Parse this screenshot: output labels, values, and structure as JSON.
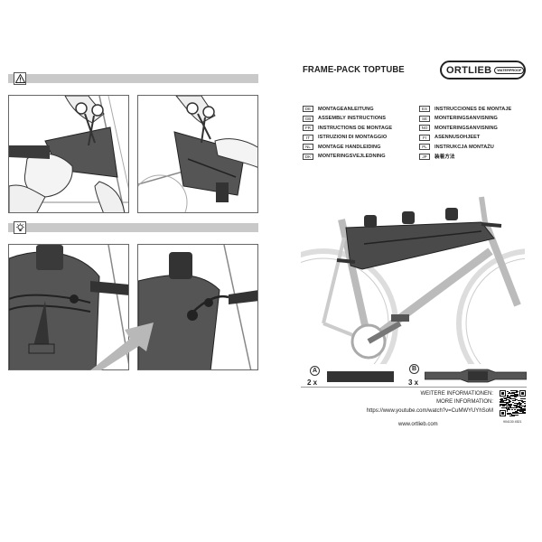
{
  "product": {
    "title": "FRAME-PACK TOPTUBE",
    "brand": "ORTLIEB",
    "brand_badge": "WATERPROOF"
  },
  "sections": {
    "warning_icon": "warning-triangle-icon",
    "tip_icon": "lightbulb-icon"
  },
  "languages_left": [
    {
      "code": "DE",
      "label": "MONTAGEANLEITUNG"
    },
    {
      "code": "GB",
      "label": "ASSEMBLY INSTRUCTIONS"
    },
    {
      "code": "FR",
      "label": "INSTRUCTIONS DE MONTAGE"
    },
    {
      "code": "IT",
      "label": "ISTRUZIONI DI MONTAGGIO"
    },
    {
      "code": "NL",
      "label": "MONTAGE HANDLEIDING"
    },
    {
      "code": "DK",
      "label": "MONTERINGSVEJLEDNING"
    }
  ],
  "languages_right": [
    {
      "code": "ES",
      "label": "INSTRUCCIONES DE MONTAJE"
    },
    {
      "code": "SE",
      "label": "MONTERINGSANVISNING"
    },
    {
      "code": "NO",
      "label": "MONTERINGSANVISNING"
    },
    {
      "code": "FI",
      "label": "ASENNUSOHJEET"
    },
    {
      "code": "PL",
      "label": "INSTRUKCJA MONTAŻU"
    },
    {
      "code": "JP",
      "label": "装着方法"
    }
  ],
  "parts": {
    "a_letter": "A",
    "a_qty": "2 x",
    "b_letter": "B",
    "b_qty": "3 x"
  },
  "info": {
    "line1": "WEITERE INFORMATIONEN:",
    "line2": "MORE INFORMATION:",
    "url": "https://www.youtube.com/watch?v=CuMWYUYhSoM",
    "website": "www.ortlieb.com",
    "doc_code": "904130 4521"
  },
  "colors": {
    "bag": "#4a4a4a",
    "panel_bg": "#ffffff",
    "bar": "#c9c9c9"
  }
}
